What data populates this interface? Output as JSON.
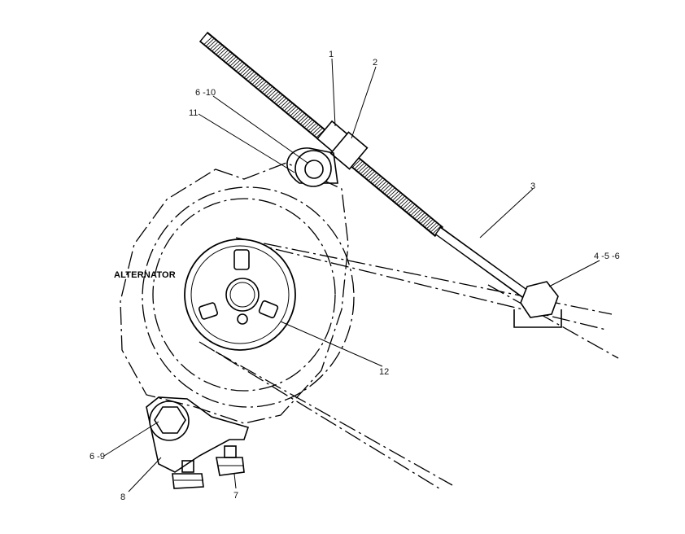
{
  "diagram": {
    "main_label": "ALTERNATOR",
    "callouts": {
      "c1": "1",
      "c2": "2",
      "c3": "3",
      "c4": "4 -5 -6",
      "c5": "6 -10",
      "c6": "11",
      "c7": "12",
      "c8": "6 -9",
      "c9": "8",
      "c10": "7"
    }
  }
}
